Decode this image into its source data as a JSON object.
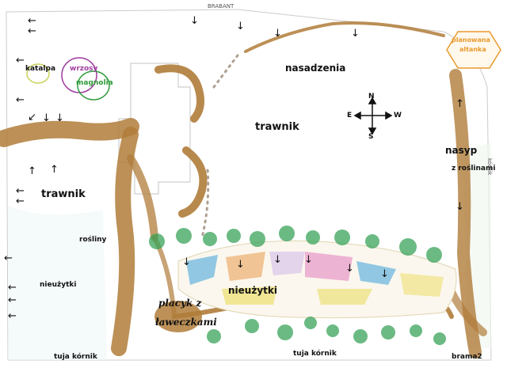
{
  "labels": {
    "brabant": "BRABANT",
    "planowana": "planowana",
    "altanka": "altanka",
    "katalpa": "katalpa",
    "wrzosy": "wrzosy",
    "magnolia": "magnolia",
    "nasadzenia": "nasadzenia",
    "trawnik_center": "trawnik",
    "trawnik_left": "trawnik",
    "nasyp": "nasyp",
    "z_roslinami": "z roślinami",
    "rosliny": "rośliny",
    "nieuzytki_left": "nieużytki",
    "nieuzytki_center": "nieużytki",
    "placyk_1": "placyk z",
    "placyk_2": "ławeczkami",
    "tuja_kornik_left": "tuja kórnik",
    "tuja_kornik_center": "tuja kórnik",
    "brama2": "brama2",
    "kornik_vertical": "kórnik"
  },
  "compass": {
    "n": "N",
    "s": "S",
    "e": "E",
    "w": "W"
  },
  "colors": {
    "path": "#b07c3a",
    "planowana": "#e89a2e",
    "katalpa": "#c8d25a",
    "wrzosy": "#a040a0",
    "magnolia": "#2e9a3a",
    "shrubs": "#3aa35a",
    "flower_blue": "#3aa0d8",
    "flower_orange": "#e89a4a",
    "flower_pink": "#e070b8",
    "flower_yellow": "#e8d84a"
  }
}
